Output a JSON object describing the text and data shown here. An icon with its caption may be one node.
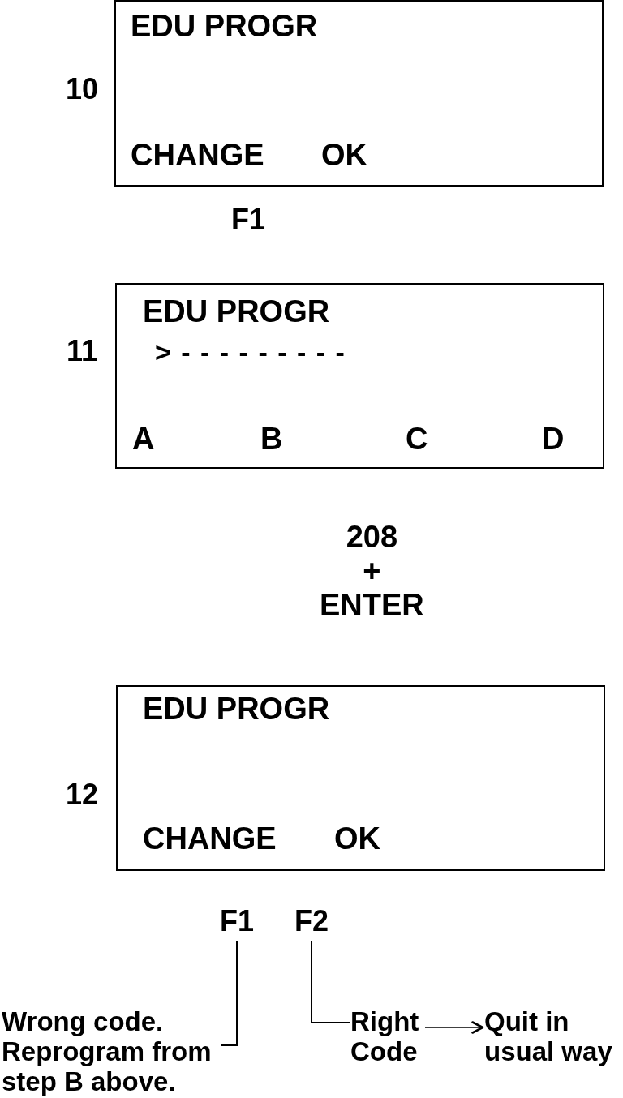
{
  "diagram": {
    "nodes": [
      {
        "text": [
          "EDU PROGR",
          "CHANGE",
          "OK"
        ],
        "beside": [
          "10"
        ]
      },
      {
        "text": [
          "EDU PROGR",
          "> - - - - - - - - -",
          "A",
          "B",
          "C",
          "D"
        ],
        "beside": [
          "11"
        ]
      },
      {
        "text": [
          "EDU PROGR",
          "CHANGE",
          "OK"
        ],
        "beside": [
          "12"
        ]
      },
      {
        "text": [
          "F1"
        ]
      },
      {
        "text": [
          "F2"
        ]
      },
      {
        "text": [
          "Wrong code. Reprogram from step B above."
        ]
      },
      {
        "text": [
          "Right Code"
        ]
      },
      {
        "text": [
          "Quit in usual way"
        ]
      }
    ],
    "edges": [
      {
        "from": 3,
        "to": 5,
        "arrow": "none"
      },
      {
        "from": 4,
        "to": 6,
        "arrow": "none"
      },
      {
        "from": 6,
        "to": 7,
        "arrow": "to"
      }
    ],
    "labels": [
      "F1",
      "208 + ENTER"
    ]
  }
}
